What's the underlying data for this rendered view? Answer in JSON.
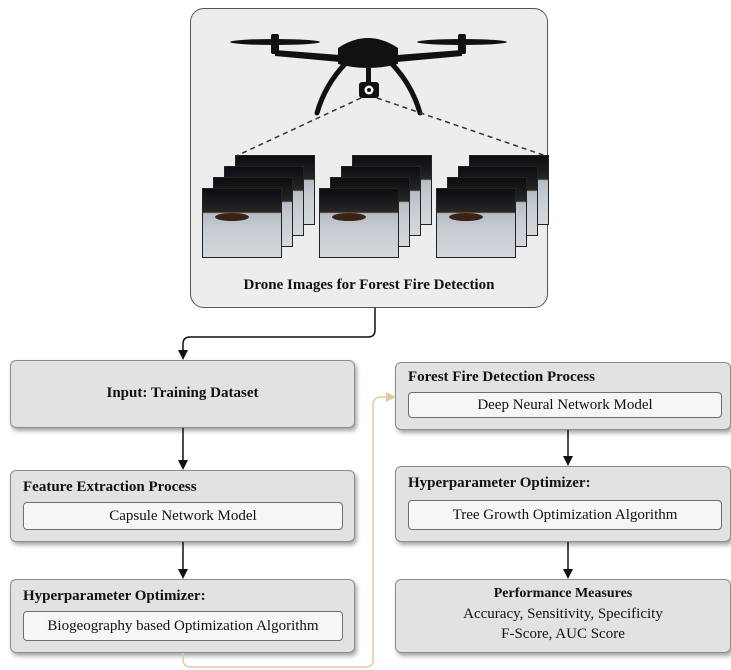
{
  "top_caption": "Drone Images for Forest Fire Detection",
  "left": {
    "input_title": "Input: Training Dataset",
    "feature_title": "Feature Extraction Process",
    "feature_model": "Capsule Network Model",
    "hyper_title": "Hyperparameter Optimizer:",
    "hyper_algorithm": "Biogeography based Optimization Algorithm"
  },
  "right": {
    "detection_title": "Forest Fire Detection Process",
    "detection_model": "Deep Neural Network Model",
    "hyper_title": "Hyperparameter Optimizer:",
    "hyper_algorithm": "Tree Growth Optimization Algorithm",
    "performance_title": "Performance Measures",
    "performance_line1": "Accuracy, Sensitivity, Specificity",
    "performance_line2": "F-Score, AUC Score"
  },
  "icons": [
    "drone-icon",
    "camera-icon"
  ],
  "colors": {
    "box_fill": "#e2e2e2",
    "inner_fill": "#f6f6f6",
    "connector_right": "#e6c9a3"
  }
}
